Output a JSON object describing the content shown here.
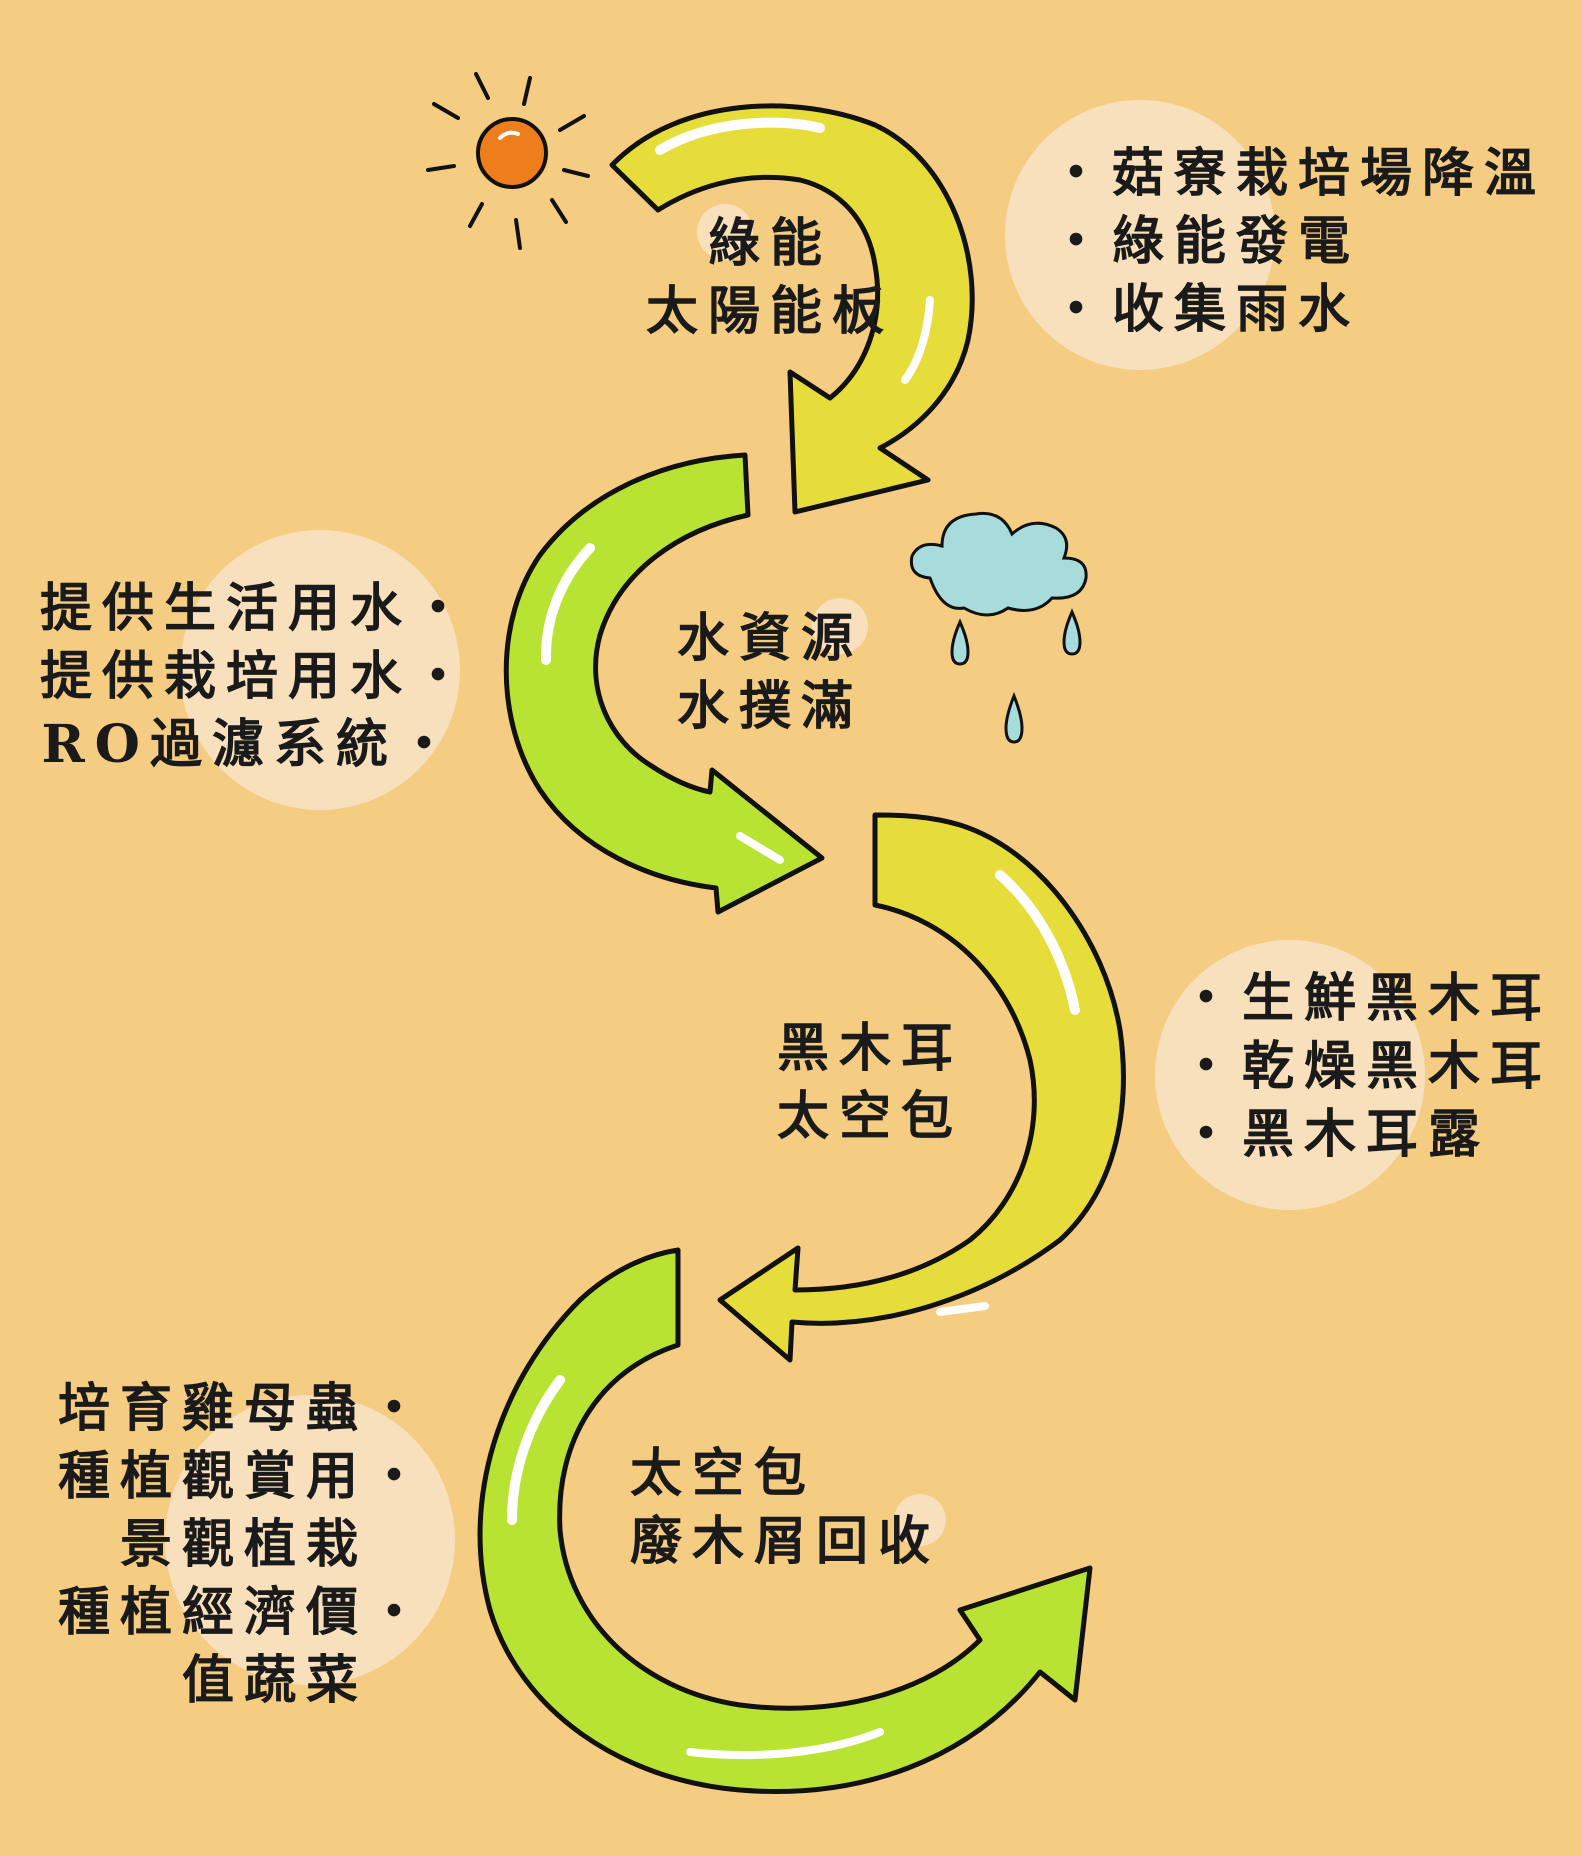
{
  "stages": [
    {
      "id": "green-energy",
      "lines": [
        "綠能",
        "太陽能板"
      ]
    },
    {
      "id": "water",
      "lines": [
        "水資源",
        "水撲滿"
      ]
    },
    {
      "id": "fungus",
      "lines": [
        "黑木耳",
        "太空包"
      ]
    },
    {
      "id": "recycle",
      "lines": [
        "太空包",
        "廢木屑回收"
      ]
    }
  ],
  "notes": [
    {
      "id": "energy-uses",
      "bullet": "・",
      "items": [
        "菇寮栽培場降溫",
        "綠能發電",
        "收集雨水"
      ]
    },
    {
      "id": "water-uses",
      "bullet": "・",
      "items": [
        "提供生活用水",
        "提供栽培用水",
        "RO過濾系統"
      ]
    },
    {
      "id": "fungus-products",
      "bullet": "・",
      "items": [
        "生鮮黑木耳",
        "乾燥黑木耳",
        "黑木耳露"
      ]
    },
    {
      "id": "recycle-uses",
      "bullet": "・",
      "items": [
        "培育雞母蟲",
        "種植觀賞用",
        "景觀植栽",
        "種植經濟價",
        "值蔬菜"
      ]
    }
  ],
  "colors": {
    "background": "#f4cc82",
    "bubble": "#f8e0bd",
    "yellow_arrow": "#e6dc3a",
    "green_arrow": "#b9e332",
    "sun": "#ee7d1c",
    "cloud": "#a8dcdc"
  },
  "icons": [
    "sun-icon",
    "rain-cloud-icon"
  ]
}
